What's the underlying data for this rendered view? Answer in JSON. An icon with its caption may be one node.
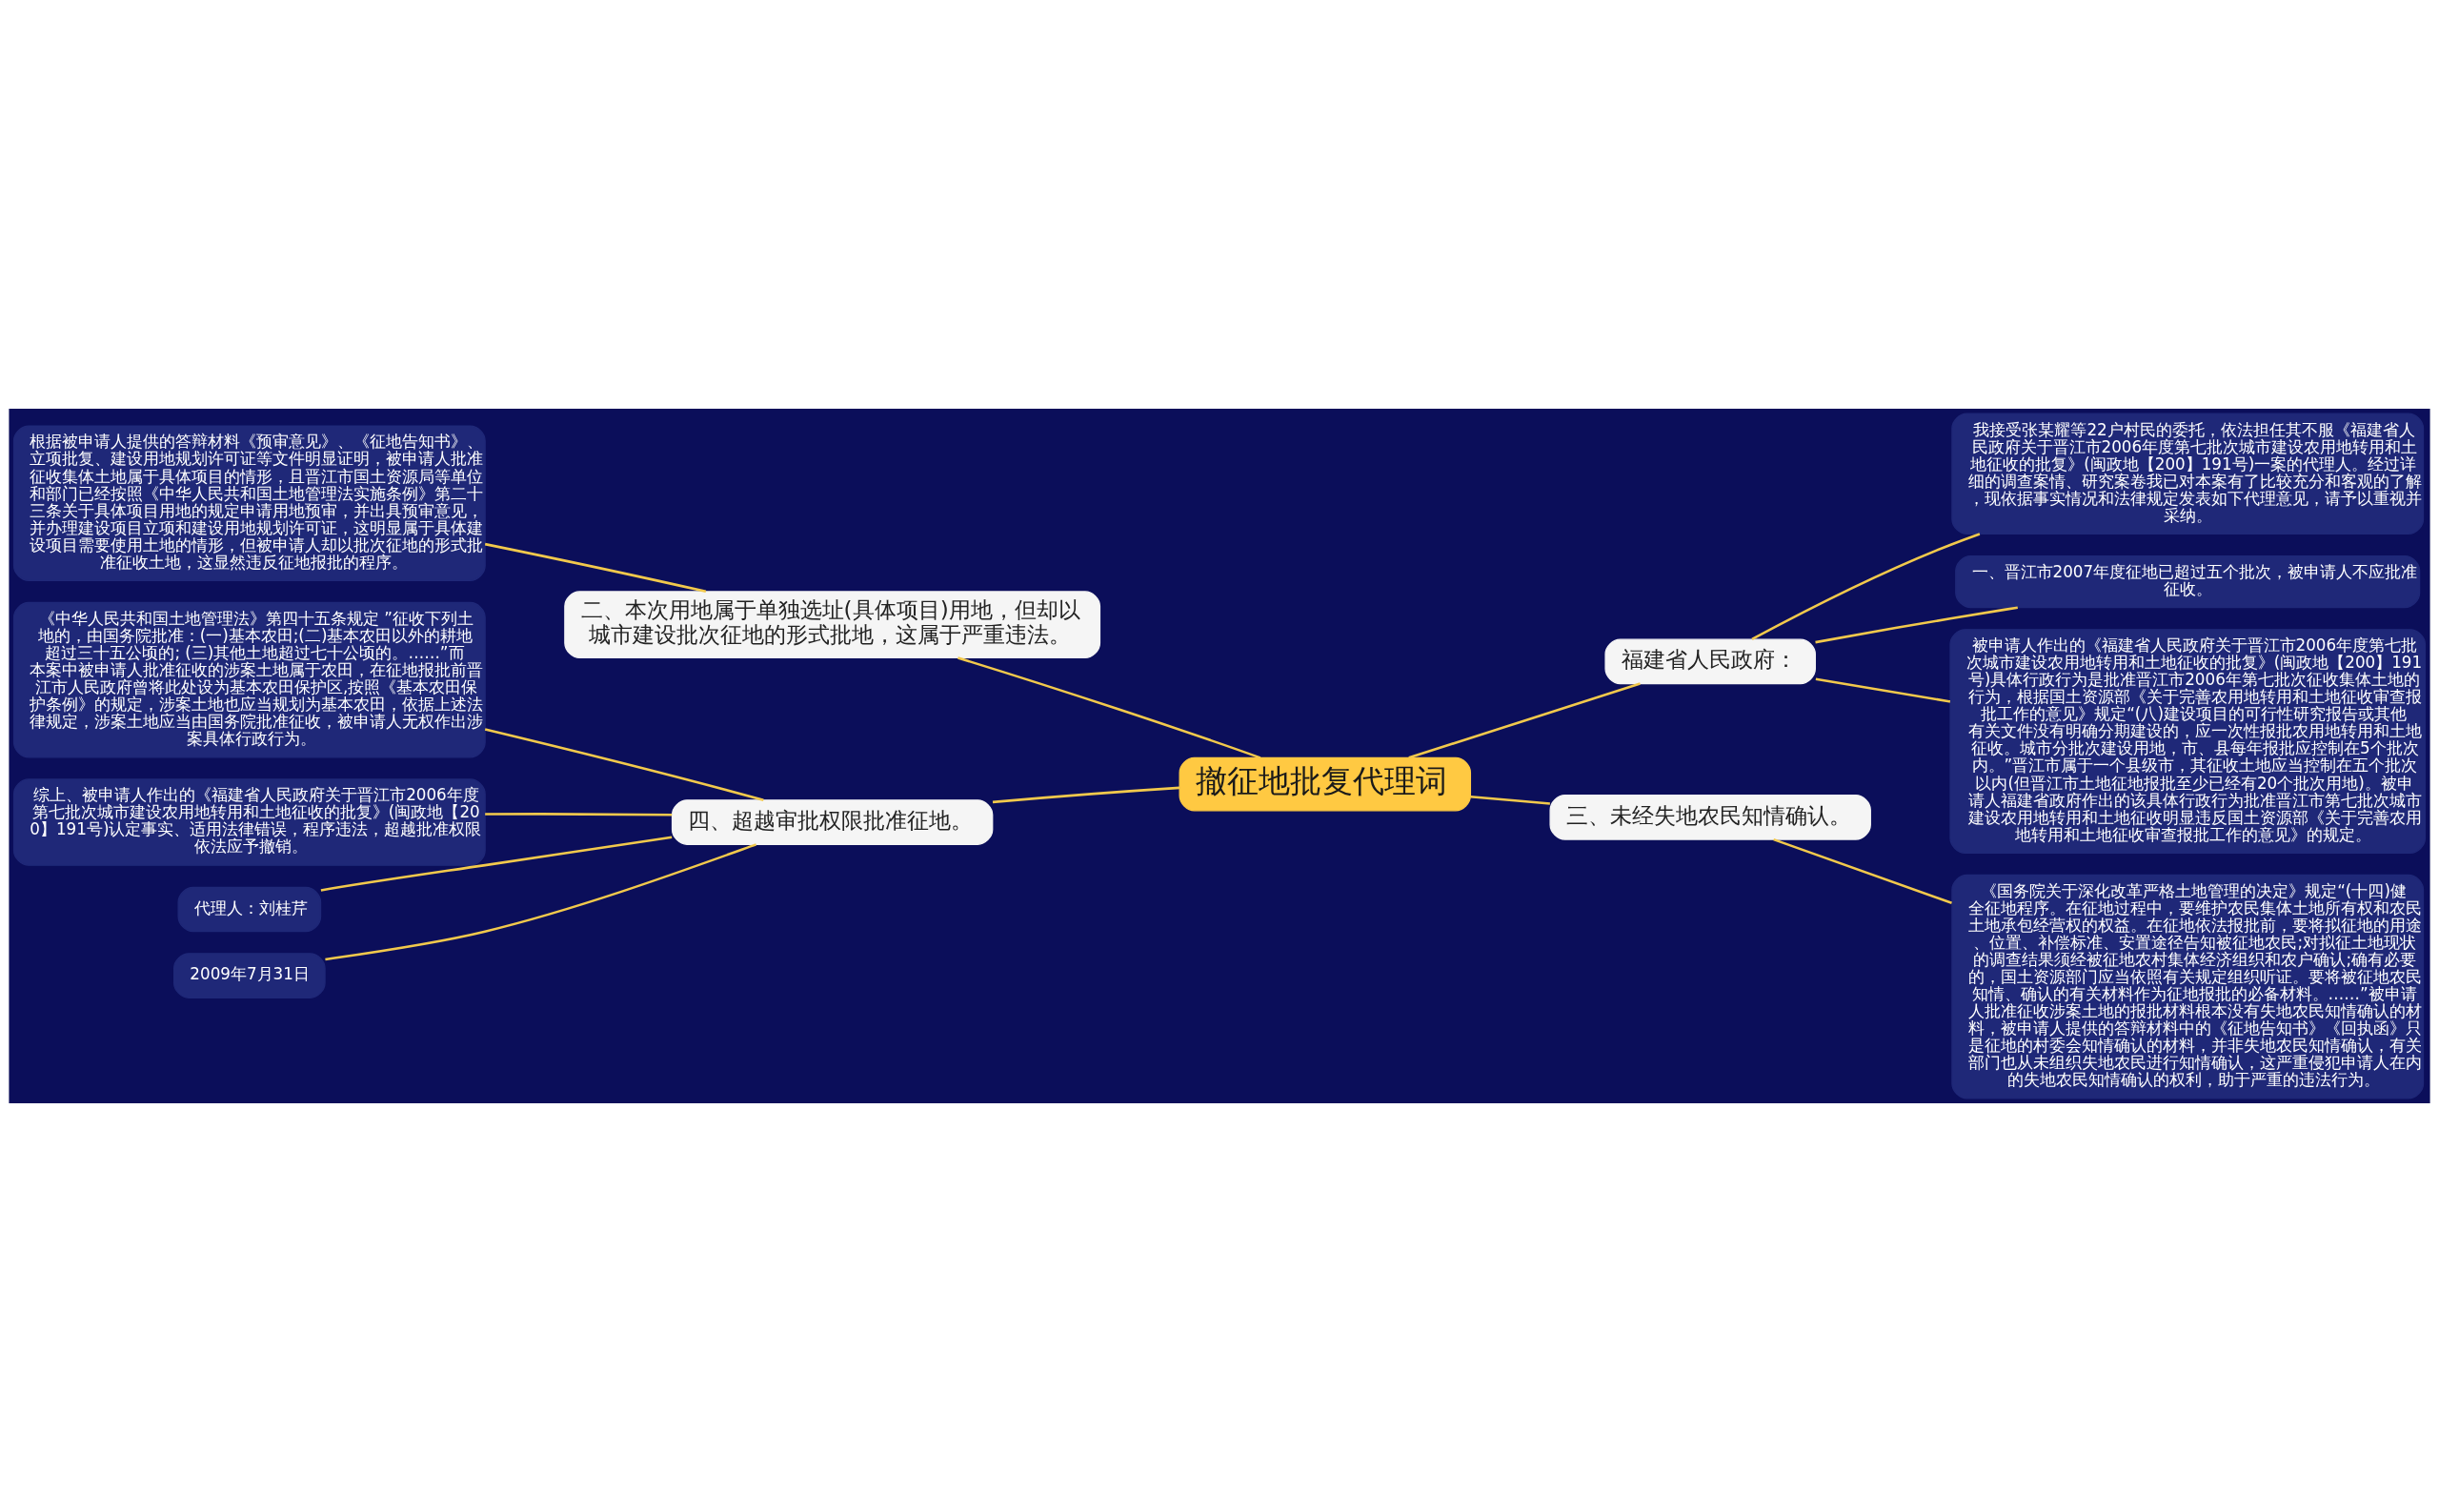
{
  "diagram": {
    "nodes": [
      {
        "text": [
          "撤征地批复代理词"
        ]
      },
      {
        "text": [
          "福建省人民政府："
        ]
      },
      {
        "text": [
          "我接受张某耀等22户村民的委托，依法担任其不服《福建省人民政府关于晋江市2006年度第七批次城市建设农用地转用和土地征收的批复》(闽政地【200】191号)一案的代理人。经过详细的调查案情、研究案卷我已对本案有了比较充分和客观的了解，现依据事实情况和法律规定发表如下代理意见，请予以重视并采纳。"
        ]
      },
      {
        "text": [
          "一、晋江市2007年度征地已超过五个批次，被申请人不应批准征收。"
        ]
      },
      {
        "text": [
          "被申请人作出的《福建省人民政府关于晋江市2006年度第七批次城市建设农用地转用和土地征收的批复》(闽政地【200】191号)具体行政行为是批准晋江市2006年第七批次征收集体土地的行为，根据国土资源部《关于完善农用地转用和土地征收审查报批工作的意见》规定“(八)建设项目的可行性研究报告或其他有关文件没有明确分期建设的，应一次性报批农用地转用和土地征收。城市分批次建设用地，市、县每年报批应控制在5个批次内。”晋江市属于一个县级市，其征收土地应当控制在五个批次以内(但晋江市土地征地报批至少已经有20个批次用地)。被申请人福建省政府作出的该具体行政行为批准晋江市第七批次城市建设农用地转用和土地征收明显违反国土资源部《关于完善农用地转用和土地征收审查报批工作的意见》的规定。"
        ]
      },
      {
        "text": [
          "三、未经失地农民知情确认。"
        ]
      },
      {
        "text": [
          "《国务院关于深化改革严格土地管理的决定》规定“(十四)健全征地程序。在征地过程中，要维护农民集体土地所有权和农民土地承包经营权的权益。在征地依法报批前，要将拟征地的用途、位置、补偿标准、安置途径告知被征地农民;对拟征土地现状的调查结果须经被征地农村集体经济组织和农户确认;确有必要的，国土资源部门应当依照有关规定组织听证。要将被征地农民知情、确认的有关材料作为征地报批的必备材料。……”被申请人批准征收涉案土地的报批材料根本没有失地农民知情确认的材料，被申请人提供的答辩材料中的《征地告知书》《回执函》只是征地的村委会知情确认的材料，并非失地农民知情确认，有关部门也从未组织失地农民进行知情确认，这严重侵犯申请人在内的失地农民知情确认的权利，助于严重的违法行为。"
        ]
      },
      {
        "text": [
          "二、本次用地属于单独选址(具体项目)用地，但却以城市建设批次征地的形式批地，这属于严重违法。"
        ]
      },
      {
        "text": [
          "根据被申请人提供的答辩材料《预审意见》、《征地告知书》、立项批复、建设用地规划许可证等文件明显证明，被申请人批准征收集体土地属于具体项目的情形，且晋江市国土资源局等单位和部门已经按照《中华人民共和国土地管理法实施条例》第二十三条关于具体项目用地的规定申请用地预审，并出具预审意见，并办理建设项目立项和建设用地规划许可证，这明显属于具体建设项目需要使用土地的情形，但被申请人却以批次征地的形式批准征收土地，这显然违反征地报批的程序。"
        ]
      },
      {
        "text": [
          "四、超越审批权限批准征地。"
        ]
      },
      {
        "text": [
          "《中华人民共和国土地管理法》第四十五条规定 ”征收下列土地的，由国务院批准：(一)基本农田;(二)基本农田以外的耕地超过三十五公顷的; (三)其他土地超过七十公顷的。……”而本案中被申请人批准征收的涉案土地属于农田，在征地报批前晋江市人民政府曾将此处设为基本农田保护区,按照《基本农田保护条例》的规定，涉案土地也应当规划为基本农田，依据上述法律规定，涉案土地应当由国务院批准征收，被申请人无权作出涉案具体行政行为。"
        ]
      },
      {
        "text": [
          "综上、被申请人作出的《福建省人民政府关于晋江市2006年度第七批次城市建设农用地转用和土地征收的批复》(闽政地【200】191号)认定事实、适用法律错误，程序违法，超越批准权限依法应予撤销。"
        ]
      },
      {
        "text": [
          "代理人：刘桂芹"
        ]
      },
      {
        "text": [
          "2009年7月31日"
        ]
      }
    ],
    "edges": [
      {
        "from": 0,
        "to": 1,
        "arrow": "none"
      },
      {
        "from": 1,
        "to": 2,
        "arrow": "none"
      },
      {
        "from": 1,
        "to": 3,
        "arrow": "none"
      },
      {
        "from": 1,
        "to": 4,
        "arrow": "none"
      },
      {
        "from": 0,
        "to": 5,
        "arrow": "none"
      },
      {
        "from": 5,
        "to": 6,
        "arrow": "none"
      },
      {
        "from": 0,
        "to": 7,
        "arrow": "none"
      },
      {
        "from": 7,
        "to": 8,
        "arrow": "none"
      },
      {
        "from": 0,
        "to": 9,
        "arrow": "none"
      },
      {
        "from": 9,
        "to": 10,
        "arrow": "none"
      },
      {
        "from": 9,
        "to": 11,
        "arrow": "none"
      },
      {
        "from": 9,
        "to": 12,
        "arrow": "none"
      },
      {
        "from": 9,
        "to": 13,
        "arrow": "none"
      }
    ]
  }
}
